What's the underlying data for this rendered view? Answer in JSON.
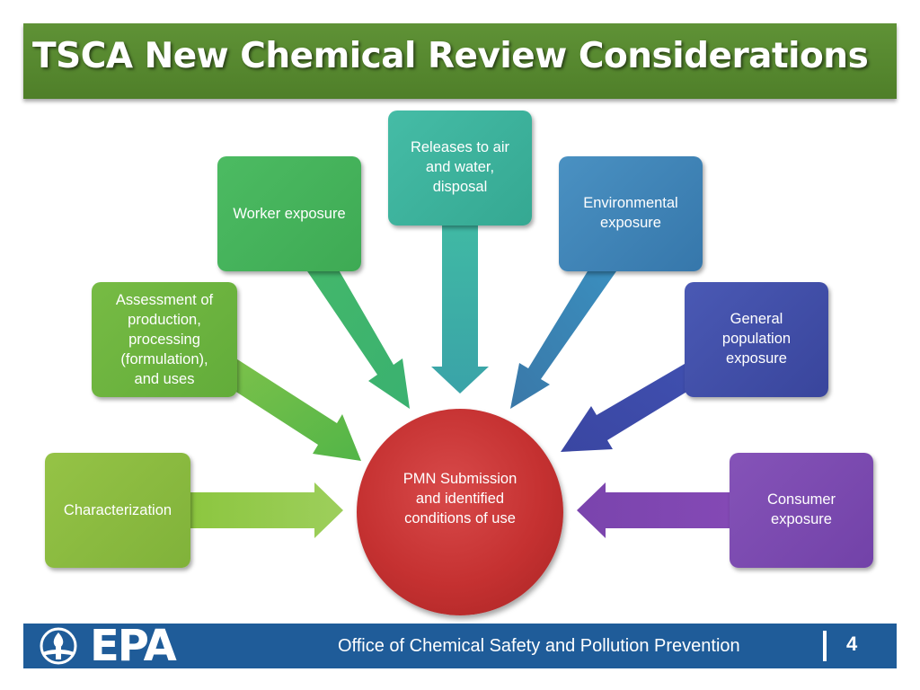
{
  "title": "TSCA New Chemical Review Considerations",
  "center": {
    "label": "PMN Submission\nand identified\nconditions of use",
    "color": "#c53131"
  },
  "nodes": [
    {
      "id": "characterization",
      "label": "Characterization",
      "color": "#8cb83c"
    },
    {
      "id": "assessment",
      "label": "Assessment of\nproduction,\nprocessing\n(formulation),\nand uses",
      "color": "#6cb23c"
    },
    {
      "id": "worker",
      "label": "Worker exposure",
      "color": "#45b45c"
    },
    {
      "id": "releases",
      "label": "Releases  to air\nand water,\ndisposal",
      "color": "#3cb49c"
    },
    {
      "id": "environmental",
      "label": "Environmental\nexposure",
      "color": "#3d84b8"
    },
    {
      "id": "general",
      "label": "General\npopulation\nexposure",
      "color": "#3c4fa8"
    },
    {
      "id": "consumer",
      "label": "Consumer\nexposure",
      "color": "#7a48b0"
    }
  ],
  "footer": {
    "office": "Office of Chemical Safety and Pollution Prevention",
    "page_number": "4",
    "logo_text": "EPA",
    "color": "#1f5c99"
  }
}
